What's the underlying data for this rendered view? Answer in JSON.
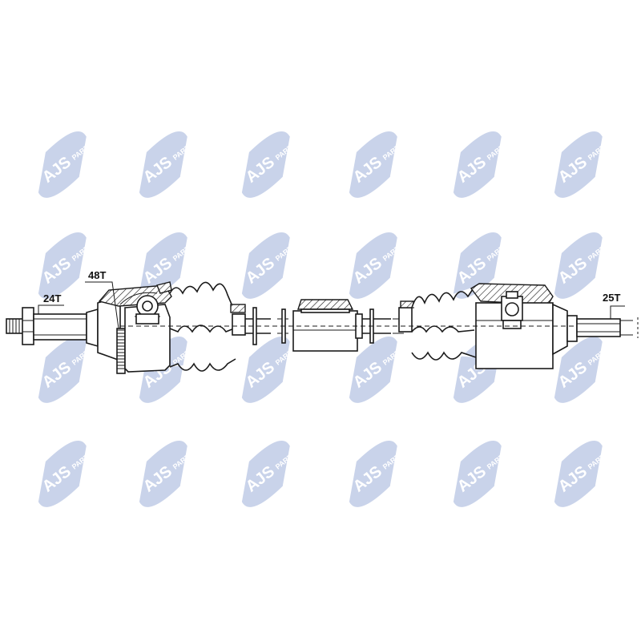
{
  "watermark": {
    "brand": "AJS",
    "suffix": "PARTS",
    "color": "#c9d3ea",
    "text_color": "#ffffff"
  },
  "labels": {
    "outer_spline": "24T",
    "abs_ring": "48T",
    "inner_spline": "25T"
  },
  "colors": {
    "line": "#1a1a1a",
    "background": "#ffffff"
  }
}
